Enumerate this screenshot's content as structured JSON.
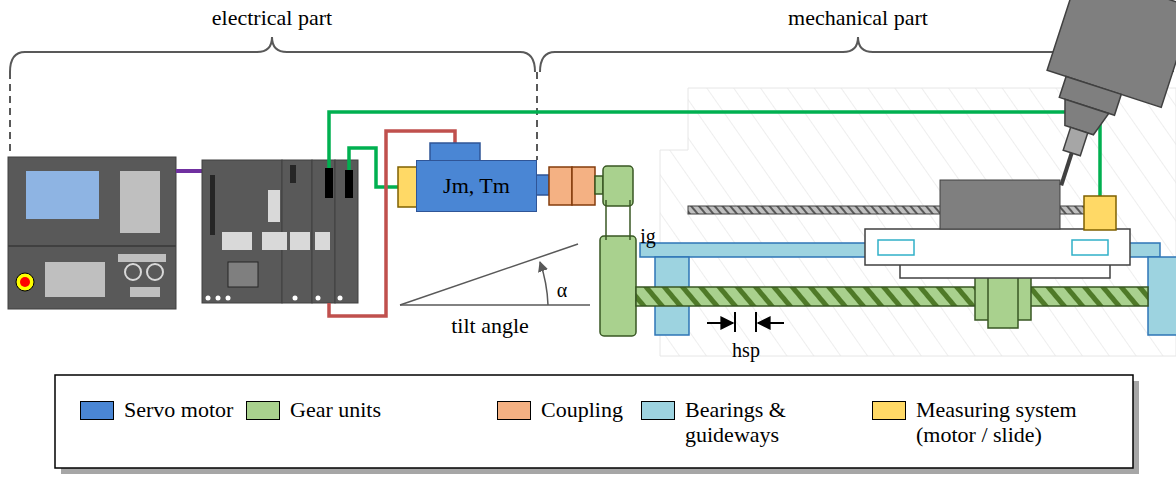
{
  "diagram": {
    "nodes": [
      {
        "text": [
          "Jm, Tm"
        ]
      }
    ],
    "labels": [
      "electrical part",
      "mechanical part",
      "ig",
      "α",
      "tilt angle",
      "hsp"
    ],
    "legend": [
      {
        "text": "Servo motor",
        "color": "#4a86d4"
      },
      {
        "text": "Gear units",
        "color": "#a9d18e"
      },
      {
        "text": "Coupling",
        "color": "#f4b183"
      },
      {
        "text": "Bearings & guideways",
        "color": "#9dd3e0"
      },
      {
        "text": "Measuring system (motor / slide)",
        "color": "#ffd966"
      }
    ]
  }
}
